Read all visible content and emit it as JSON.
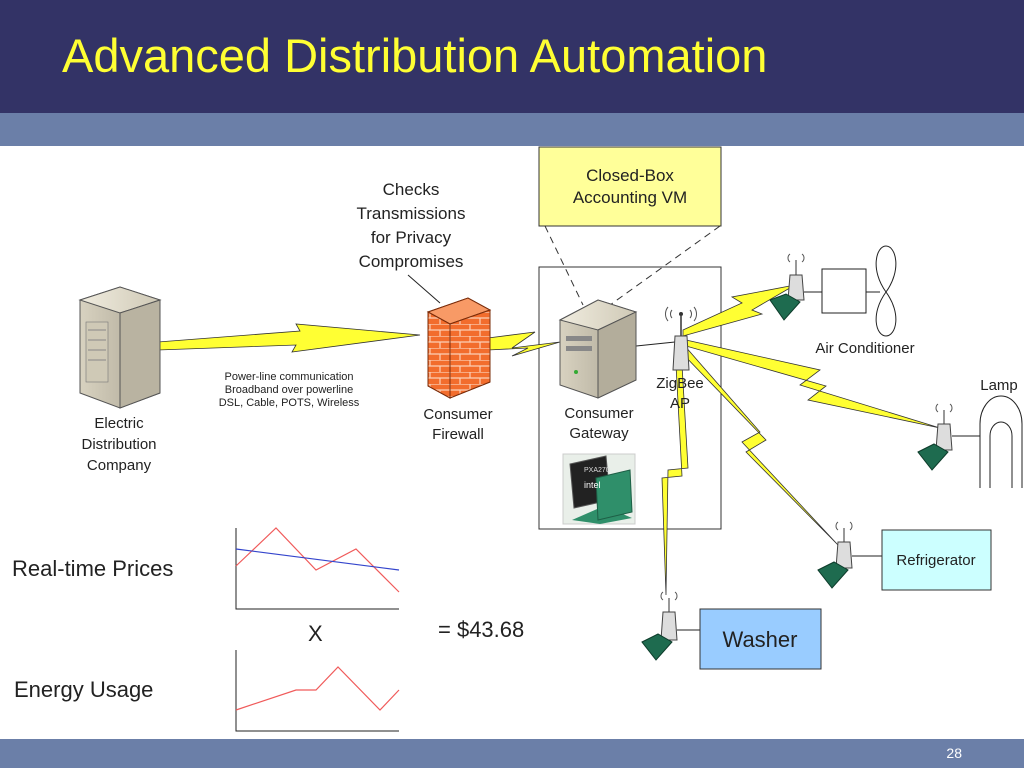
{
  "slide": {
    "title": "Advanced Distribution Automation",
    "number": "28"
  },
  "diagram": {
    "company_label": [
      "Electric",
      "Distribution",
      "Company"
    ],
    "link_label": [
      "Power-line communication",
      "Broadband over powerline",
      "DSL, Cable, POTS, Wireless"
    ],
    "checks_label": [
      "Checks",
      "Transmissions",
      "for Privacy",
      "Compromises"
    ],
    "firewall_label": [
      "Consumer",
      "Firewall"
    ],
    "gateway_label": [
      "Consumer",
      "Gateway"
    ],
    "vm_label": [
      "Closed-Box",
      "Accounting VM"
    ],
    "zigbee_label": [
      "ZigBee",
      "AP"
    ],
    "chip_label": "PXA270",
    "chip_brand": "intel",
    "devices": {
      "ac": "Air Conditioner",
      "lamp": "Lamp",
      "refrigerator": "Refrigerator",
      "washer": "Washer"
    },
    "colors": {
      "bolt": "#ffff33",
      "vm_box": "#ffff99",
      "refrigerator_box": "#ccffff",
      "washer_box": "#99ccff",
      "firewall": "#f26d2d"
    }
  },
  "pricing": {
    "prices_label": "Real-time Prices",
    "usage_label": "Energy Usage",
    "multiply": "X",
    "result": "= $43.68"
  }
}
